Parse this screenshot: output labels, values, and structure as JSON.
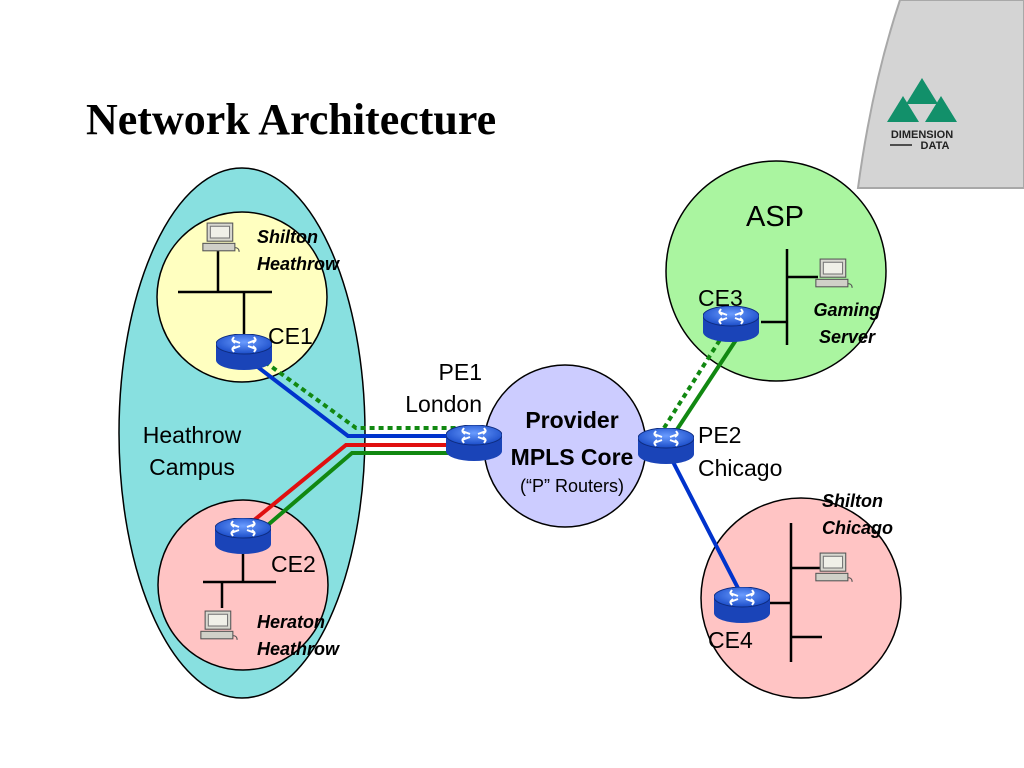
{
  "title": "Network Architecture",
  "logo": {
    "line1": "DIMENSION",
    "line2": "DATA"
  },
  "regions": {
    "campus": {
      "line1": "Heathrow",
      "line2": "Campus"
    },
    "asp": "ASP",
    "core": {
      "line1": "Provider",
      "line2": "MPLS Core",
      "line3": "(“P” Routers)"
    }
  },
  "sites": {
    "shilton_heathrow": {
      "line1": "Shilton",
      "line2": "Heathrow"
    },
    "heraton_heathrow": {
      "line1": "Heraton",
      "line2": "Heathrow"
    },
    "gaming_server": {
      "line1": "Gaming",
      "line2": "Server"
    },
    "shilton_chicago": {
      "line1": "Shilton",
      "line2": "Chicago"
    }
  },
  "routers": {
    "ce1": "CE1",
    "ce2": "CE2",
    "ce3": "CE3",
    "ce4": "CE4",
    "pe1": {
      "line1": "PE1",
      "line2": "London"
    },
    "pe2": {
      "line1": "PE2",
      "line2": "Chicago"
    }
  },
  "colors": {
    "campus_fill": "#88e0e0",
    "shilton_fill": "#ffffc0",
    "heraton_fill": "#ffc4c4",
    "asp_fill": "#aaf5a0",
    "core_fill": "#ccccff",
    "router": "#2a62e8",
    "link_blue": "#0033cc",
    "link_red": "#e01010",
    "link_green": "#118811"
  }
}
